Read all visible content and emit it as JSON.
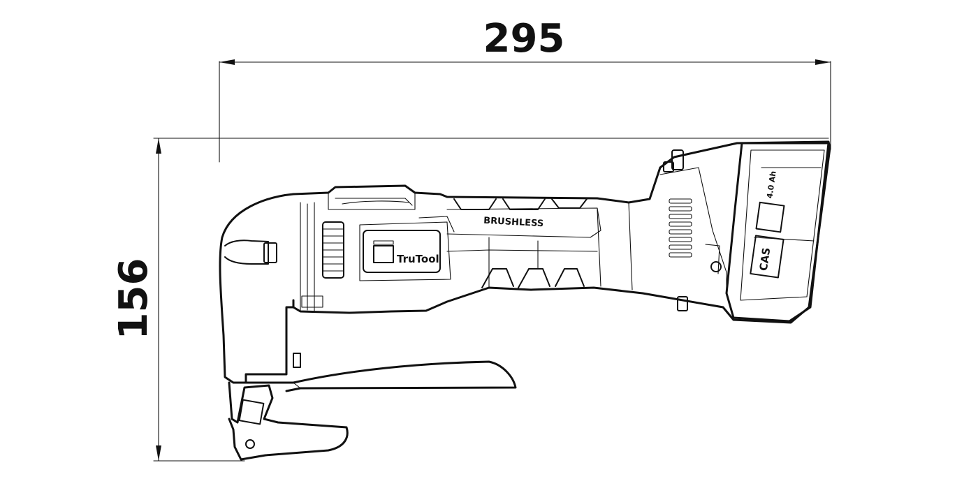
{
  "dimensions": {
    "width_label": "295",
    "height_label": "156"
  },
  "tool": {
    "brand_label": "TruTool",
    "motor_label": "BRUSHLESS",
    "battery_system_label": "CAS",
    "battery_capacity_label": "4.0 Ah"
  },
  "colors": {
    "ink": "#111111",
    "background": "#ffffff"
  }
}
